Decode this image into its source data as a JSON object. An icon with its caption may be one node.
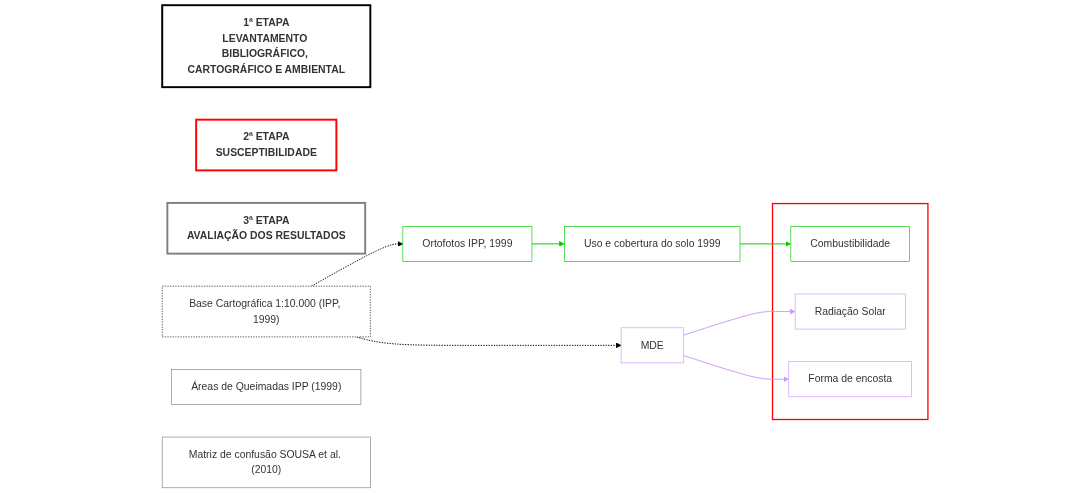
{
  "diagram": {
    "nodes": [
      {
        "text": [
          "1ª ETAPA",
          "LEVANTAMENTO BIBLIOGRÁFICO, CARTOGRÁFICO E AMBIENTAL"
        ]
      },
      {
        "text": [
          "2ª ETAPA",
          "SUSCEPTIBILIDADE"
        ]
      },
      {
        "text": [
          "3ª ETAPA",
          "AVALIAÇÃO DOS RESULTADOS"
        ]
      },
      {
        "text": [
          "Ortofotos IPP, 1999"
        ]
      },
      {
        "text": [
          "Uso e cobertura do solo 1999"
        ]
      },
      {
        "text": [
          "Base Cartográfica 1:10.000 (IPP, 1999)"
        ]
      },
      {
        "text": [
          "MDE"
        ]
      },
      {
        "text": [],
        "shape": "box"
      },
      {
        "text": [
          "Combustibilidade"
        ],
        "in": 7
      },
      {
        "text": [
          "Radiação Solar"
        ],
        "in": 7
      },
      {
        "text": [
          "Forma de encosta"
        ],
        "in": 7
      },
      {
        "text": [
          "Áreas de Queimadas IPP (1999)"
        ]
      },
      {
        "text": [
          "Matriz de confusão SOUSA et al. (2010)"
        ]
      }
    ],
    "edges": [
      {
        "from": 5,
        "to": 3,
        "arrow": "to",
        "style": "dashed",
        "color": "#000000"
      },
      {
        "from": 3,
        "to": 4,
        "arrow": "to",
        "color": "#00cc00"
      },
      {
        "from": 5,
        "to": 6,
        "arrow": "to",
        "style": "dashed",
        "color": "#000000"
      },
      {
        "from": 4,
        "to": 8,
        "arrow": "to",
        "color": "#00cc00"
      },
      {
        "from": 6,
        "to": 9,
        "arrow": "to",
        "color": "#cc99ff"
      },
      {
        "from": 6,
        "to": 10,
        "arrow": "to",
        "color": "#cc99ff"
      }
    ]
  }
}
